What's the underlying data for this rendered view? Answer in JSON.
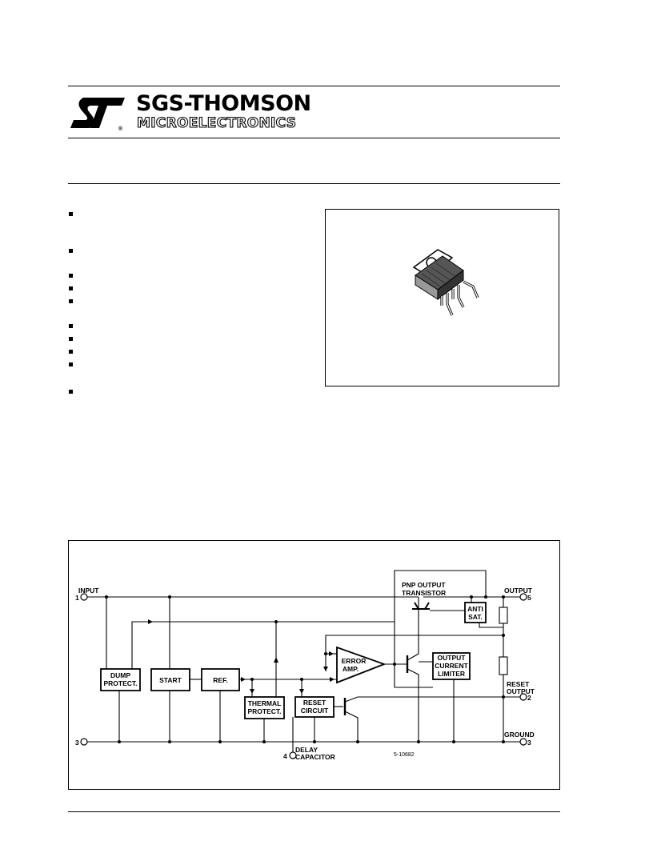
{
  "header": {
    "company_line1": "SGS-THOMSON",
    "company_line2": "MICROELECTRONICS",
    "logo_mark_letter": "®"
  },
  "diagram": {
    "labels": {
      "input": "INPUT",
      "pin_input": "1",
      "pin_ground_left": "3",
      "output": "OUTPUT",
      "pin_output": "5",
      "reset_output_1": "RESET",
      "reset_output_2": "OUTPUT",
      "pin_reset": "2",
      "ground": "GROUND",
      "pin_ground_right": "3",
      "delay_1": "DELAY",
      "delay_2": "CAPACITOR",
      "pin_delay": "4",
      "pnp_1": "PNP OUTPUT",
      "pnp_2": "TRANSISTOR",
      "code": "5-10682"
    },
    "blocks": {
      "dump_1": "DUMP",
      "dump_2": "PROTECT.",
      "start": "START",
      "ref": "REF.",
      "thermal_1": "THERMAL",
      "thermal_2": "PROTECT.",
      "reset_1": "RESET",
      "reset_2": "CIRCUIT",
      "error_1": "ERROR",
      "error_2": "AMP.",
      "limiter_1": "OUTPUT",
      "limiter_2": "CURRENT",
      "limiter_3": "LIMITER",
      "antisat_1": "ANTI",
      "antisat_2": "SAT."
    }
  }
}
